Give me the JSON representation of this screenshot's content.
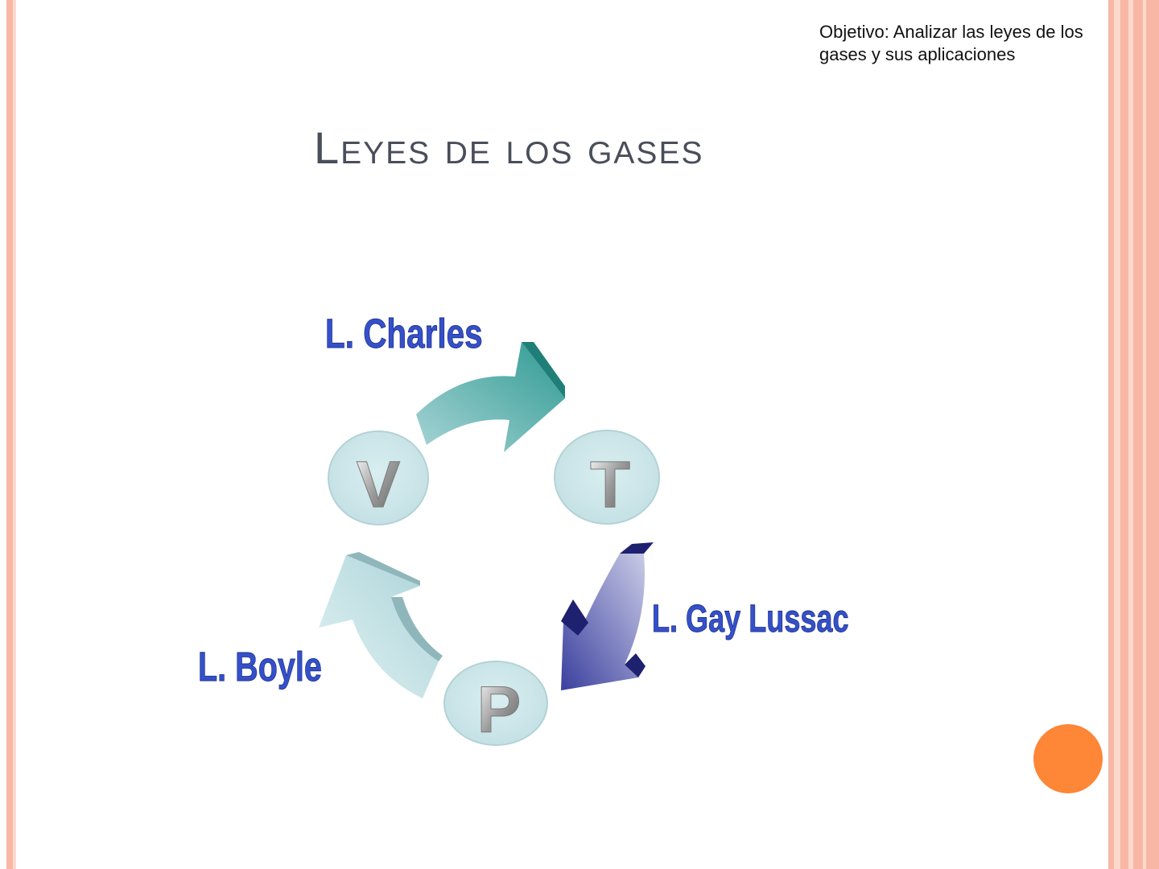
{
  "slide": {
    "objective_line1": "Objetivo: Analizar las leyes de los",
    "objective_line2": "gases y sus aplicaciones",
    "title": "Leyes de los gases"
  },
  "diagram": {
    "nodes": {
      "v": "V",
      "t": "T",
      "p": "P"
    },
    "laws": {
      "charles": "L. Charles",
      "gay_lussac": "L. Gay Lussac",
      "boyle": "L. Boyle"
    }
  },
  "colors": {
    "border_stripe": "#f7b7a4",
    "border_light": "#fbd9cd",
    "accent_orange": "#fd8637",
    "node_fill": "#cfe7ea",
    "label_blue": "#3551c9",
    "arrow_teal": "#2e9a92",
    "arrow_navy": "#2a2d85",
    "arrow_light": "#b9dde0",
    "title_color": "#4a4e5a"
  }
}
